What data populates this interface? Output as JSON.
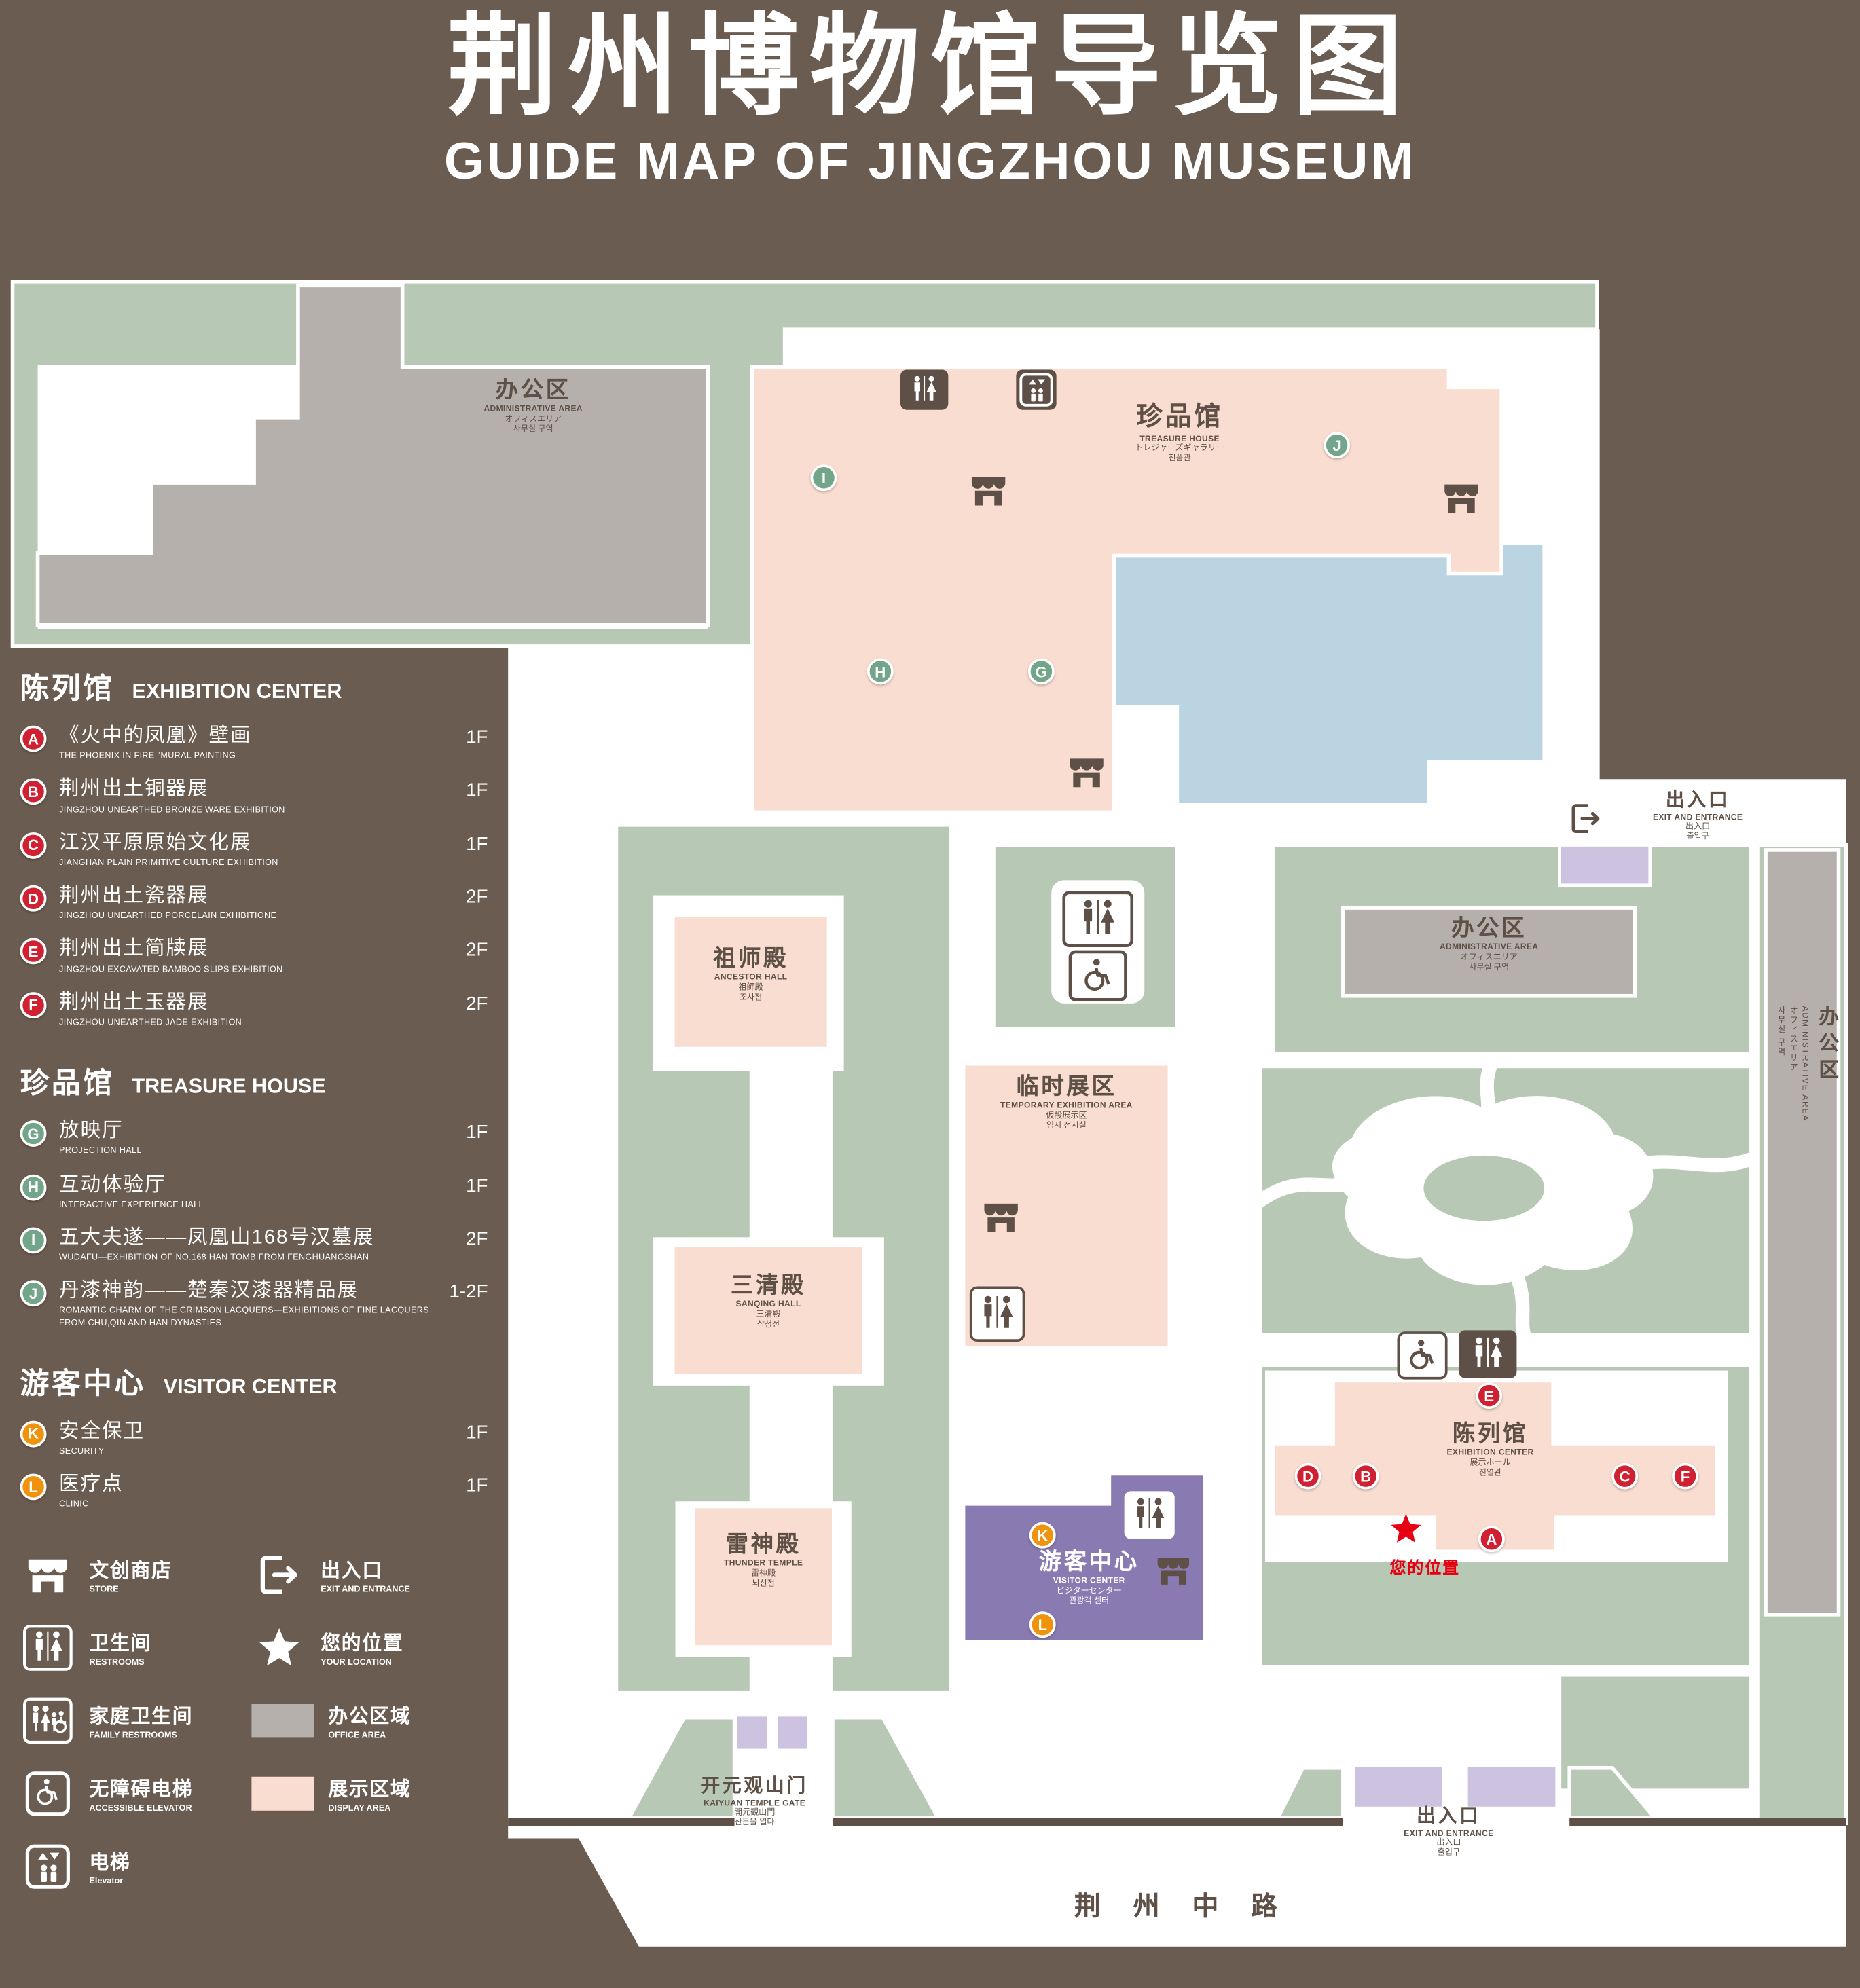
{
  "colors": {
    "background": "#6b5c51",
    "green": "#b7c9b4",
    "pink": "#f8ddd0",
    "gray": "#b5b0ab",
    "water": "#bad4e2",
    "purple": "#897ab1",
    "light_purple": "#cdc2df",
    "red": "#cf2132",
    "marker_green": "#73a58a",
    "orange": "#f0930c",
    "location_red": "#e60012",
    "dark": "#5e5046",
    "white": "#ffffff"
  },
  "header": {
    "title_zh": "荆州博物馆导览图",
    "title_en": "GUIDE MAP OF JINGZHOU MUSEUM"
  },
  "legend": {
    "sections": [
      {
        "zh": "陈列馆",
        "en": "EXHIBITION CENTER",
        "items": [
          {
            "letter": "A",
            "zh": "《火中的凤凰》壁画",
            "en": "THE PHOENIX IN FIRE \"MURAL PAINTING",
            "floor": "1F"
          },
          {
            "letter": "B",
            "zh": "荆州出土铜器展",
            "en": "JINGZHOU UNEARTHED BRONZE WARE EXHIBITION",
            "floor": "1F"
          },
          {
            "letter": "C",
            "zh": "江汉平原原始文化展",
            "en": "JIANGHAN PLAIN PRIMITIVE CULTURE EXHIBITION",
            "floor": "1F"
          },
          {
            "letter": "D",
            "zh": "荆州出土瓷器展",
            "en": "JINGZHOU UNEARTHED PORCELAIN EXHIBITIONE",
            "floor": "2F"
          },
          {
            "letter": "E",
            "zh": "荆州出土简牍展",
            "en": "JINGZHOU EXCAVATED BAMBOO SLIPS EXHIBITION",
            "floor": "2F"
          },
          {
            "letter": "F",
            "zh": "荆州出土玉器展",
            "en": "JINGZHOU UNEARTHED JADE EXHIBITION",
            "floor": "2F"
          }
        ]
      },
      {
        "zh": "珍品馆",
        "en": "TREASURE HOUSE",
        "items": [
          {
            "letter": "G",
            "zh": "放映厅",
            "en": "PROJECTION HALL",
            "floor": "1F"
          },
          {
            "letter": "H",
            "zh": "互动体验厅",
            "en": "INTERACTIVE EXPERIENCE HALL",
            "floor": "1F"
          },
          {
            "letter": "I",
            "zh": "五大夫遂——凤凰山168号汉墓展",
            "en": "WUDAFU—EXHIBITION OF NO.168 HAN TOMB FROM FENGHUANGSHAN",
            "floor": "2F"
          },
          {
            "letter": "J",
            "zh": "丹漆神韵——楚秦汉漆器精品展",
            "en": "ROMANTIC CHARM OF THE CRIMSON LACQUERS—EXHIBITIONS OF FINE LACQUERS FROM CHU,QIN AND HAN DYNASTIES",
            "floor": "1-2F"
          }
        ]
      },
      {
        "zh": "游客中心",
        "en": "VISITOR CENTER",
        "items": [
          {
            "letter": "K",
            "zh": "安全保卫",
            "en": "SECURITY",
            "floor": "1F"
          },
          {
            "letter": "L",
            "zh": "医疗点",
            "en": "CLINIC",
            "floor": "1F"
          }
        ]
      }
    ],
    "symbols": {
      "store": {
        "zh": "文创商店",
        "en": "STORE"
      },
      "exit": {
        "zh": "出入口",
        "en": "EXIT AND ENTRANCE"
      },
      "restroom": {
        "zh": "卫生间",
        "en": "RESTROOMS"
      },
      "location": {
        "zh": "您的位置",
        "en": "YOUR LOCATION"
      },
      "family": {
        "zh": "家庭卫生间",
        "en": "FAMILY RESTROOMS"
      },
      "office": {
        "zh": "办公区域",
        "en": "OFFICE AREA"
      },
      "accessible": {
        "zh": "无障碍电梯",
        "en": "ACCESSIBLE ELEVATOR"
      },
      "display": {
        "zh": "展示区域",
        "en": "DISPLAY AREA"
      },
      "elevator": {
        "zh": "电梯",
        "en": "Elevator"
      }
    }
  },
  "map": {
    "labels": {
      "admin_nw": {
        "zh": "办公区",
        "en": "ADMINISTRATIVE AREA",
        "jp": "オフィスエリア",
        "kr": "사무실 구역"
      },
      "treasure": {
        "zh": "珍品馆",
        "en": "TREASURE HOUSE",
        "jp": "トレジャーズギャラリー",
        "kr": "진품관"
      },
      "exit_ne": {
        "zh": "出入口",
        "en": "EXIT AND ENTRANCE",
        "jp": "出入口",
        "kr": "출입구"
      },
      "ancestor": {
        "zh": "祖师殿",
        "en": "ANCESTOR HALL",
        "jp": "祖師殿",
        "kr": "조사전"
      },
      "admin_e": {
        "zh": "办公区",
        "en": "ADMINISTRATIVE AREA",
        "jp": "オフィスエリア",
        "kr": "사무실 구역"
      },
      "temporary": {
        "zh": "临时展区",
        "en": "TEMPORARY EXHIBITION AREA",
        "jp": "仮設展示区",
        "kr": "임시 전시실"
      },
      "sanqing": {
        "zh": "三清殿",
        "en": "SANQING HALL",
        "jp": "三清殿",
        "kr": "삼청전"
      },
      "thunder": {
        "zh": "雷神殿",
        "en": "THUNDER TEMPLE",
        "jp": "雷神殿",
        "kr": "뇌신전"
      },
      "visitor": {
        "zh": "游客中心",
        "en": "VISITOR CENTER",
        "jp": "ビジターセンター",
        "kr": "관광객 센터"
      },
      "exhibition": {
        "zh": "陈列馆",
        "en": "EXHIBITION CENTER",
        "jp": "展示ホール",
        "kr": "진열관"
      },
      "admin_far_right": {
        "zh": "办公区",
        "en": "ADMINISTRATIVE AREA",
        "jp": "オフィスエリア",
        "kr": "사무실 구역"
      },
      "gate": {
        "zh": "开元观山门",
        "en": "KAIYUAN TEMPLE GATE",
        "jp": "開元観山門",
        "kr": "산문을 열다"
      },
      "exit_s": {
        "zh": "出入口",
        "en": "EXIT AND ENTRANCE",
        "jp": "出入口",
        "kr": "출입구"
      },
      "location": {
        "zh": "您的位置"
      }
    },
    "markers": {
      "A": "A",
      "B": "B",
      "C": "C",
      "D": "D",
      "E": "E",
      "F": "F",
      "G": "G",
      "H": "H",
      "I": "I",
      "J": "J",
      "K": "K",
      "L": "L"
    },
    "road": "荆 州 中 路"
  }
}
